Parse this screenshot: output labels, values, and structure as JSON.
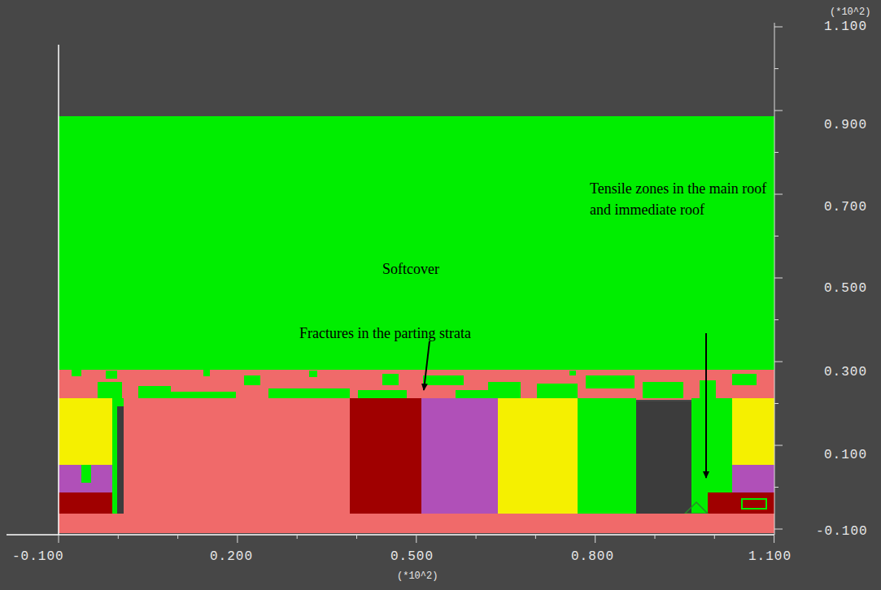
{
  "diagram": {
    "labels": [
      "(*10^2)",
      "1.100",
      "0.900",
      "0.700",
      "0.500",
      "0.300",
      "0.100",
      "-0.100",
      "Softcover",
      "Fractures in the parting strata",
      "Tensile zones in the main roof and immediate roof",
      "-0.100",
      "0.200",
      "0.500",
      "0.800",
      "1.100",
      "(*10^2)"
    ]
  }
}
